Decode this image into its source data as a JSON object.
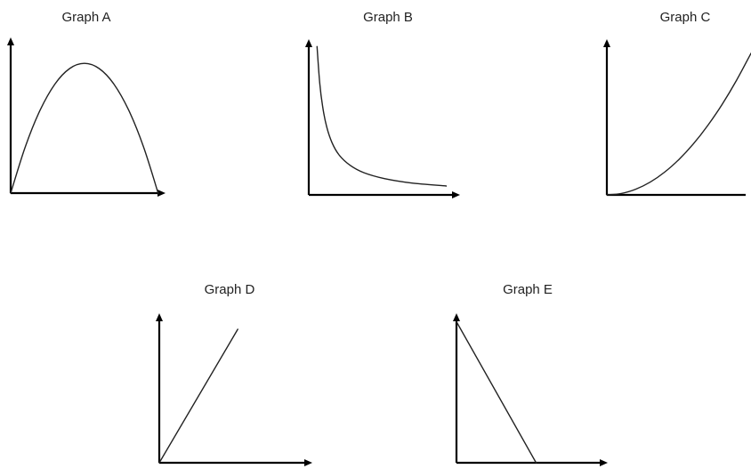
{
  "chart_data": [
    {
      "type": "line",
      "title": "Graph A",
      "xlabel": "",
      "ylabel": "",
      "shape": "inverted parabola",
      "x": [
        0,
        0.1,
        0.2,
        0.3,
        0.4,
        0.5,
        0.6,
        0.7,
        0.8,
        0.9,
        1.0
      ],
      "y": [
        0,
        0.36,
        0.64,
        0.84,
        0.96,
        1.0,
        0.96,
        0.84,
        0.64,
        0.36,
        0
      ],
      "xlim": [
        0,
        1.05
      ],
      "ylim": [
        0,
        1.2
      ],
      "grid": false,
      "colors": {
        "line": "#222222",
        "axes": "#000000"
      }
    },
    {
      "type": "line",
      "title": "Graph B",
      "xlabel": "",
      "ylabel": "",
      "shape": "inverse decay",
      "x": [
        0.06,
        0.08,
        0.1,
        0.13,
        0.17,
        0.22,
        0.3,
        0.4,
        0.55,
        0.75,
        1.0
      ],
      "y": [
        1.0,
        0.75,
        0.6,
        0.46,
        0.35,
        0.27,
        0.2,
        0.15,
        0.11,
        0.08,
        0.06
      ],
      "xlim": [
        0,
        1.1
      ],
      "ylim": [
        0,
        1.05
      ],
      "grid": false,
      "colors": {
        "line": "#222222",
        "axes": "#000000"
      }
    },
    {
      "type": "line",
      "title": "Graph C",
      "xlabel": "",
      "ylabel": "",
      "shape": "increasing quadratic",
      "x": [
        0,
        0.1,
        0.2,
        0.3,
        0.4,
        0.5,
        0.6,
        0.7,
        0.8,
        0.9,
        1.0
      ],
      "y": [
        0,
        0.01,
        0.04,
        0.09,
        0.16,
        0.25,
        0.36,
        0.49,
        0.64,
        0.81,
        1.0
      ],
      "xlim": [
        0,
        1.0
      ],
      "ylim": [
        0,
        1.1
      ],
      "grid": false,
      "colors": {
        "line": "#222222",
        "axes": "#000000"
      }
    },
    {
      "type": "line",
      "title": "Graph D",
      "xlabel": "",
      "ylabel": "",
      "shape": "increasing straight line",
      "x": [
        0,
        1
      ],
      "y": [
        0,
        1
      ],
      "xlim": [
        0,
        1.95
      ],
      "ylim": [
        0,
        1.12
      ],
      "grid": false,
      "colors": {
        "line": "#222222",
        "axes": "#000000"
      }
    },
    {
      "type": "line",
      "title": "Graph E",
      "xlabel": "",
      "ylabel": "",
      "shape": "decreasing straight line",
      "x": [
        0,
        1
      ],
      "y": [
        1,
        0
      ],
      "xlim": [
        0,
        1.9
      ],
      "ylim": [
        0,
        1.06
      ],
      "grid": false,
      "colors": {
        "line": "#222222",
        "axes": "#000000"
      }
    }
  ]
}
